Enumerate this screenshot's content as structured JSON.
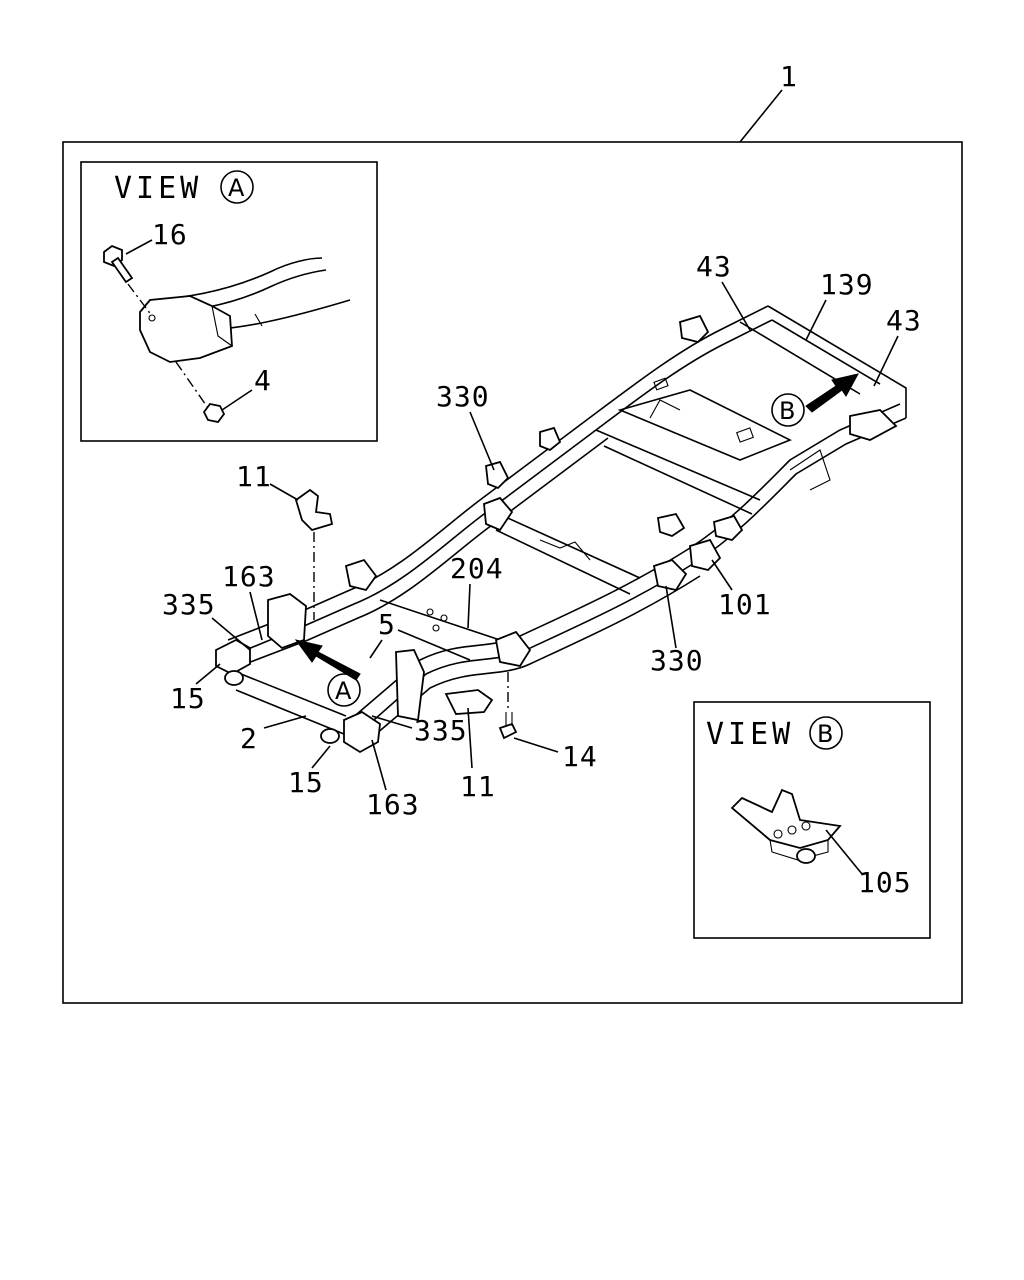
{
  "assembly_label": "1",
  "view_a": {
    "title": "VIEW",
    "marker": "A",
    "labels": {
      "bolt": "16",
      "nut": "4"
    }
  },
  "view_b": {
    "title": "VIEW",
    "marker": "B",
    "labels": {
      "bracket": "105"
    }
  },
  "frame_markers": {
    "a": "A",
    "b": "B"
  },
  "callouts": {
    "c43_left": "43",
    "c139": "139",
    "c43_right": "43",
    "c330_top": "330",
    "c11_top": "11",
    "c163_top": "163",
    "c204": "204",
    "c335_left": "335",
    "c5": "5",
    "c101": "101",
    "c15_left": "15",
    "c330_bottom": "330",
    "c2": "2",
    "c335_right": "335",
    "c14": "14",
    "c15_bottom": "15",
    "c11_bottom": "11",
    "c163_bottom": "163"
  }
}
